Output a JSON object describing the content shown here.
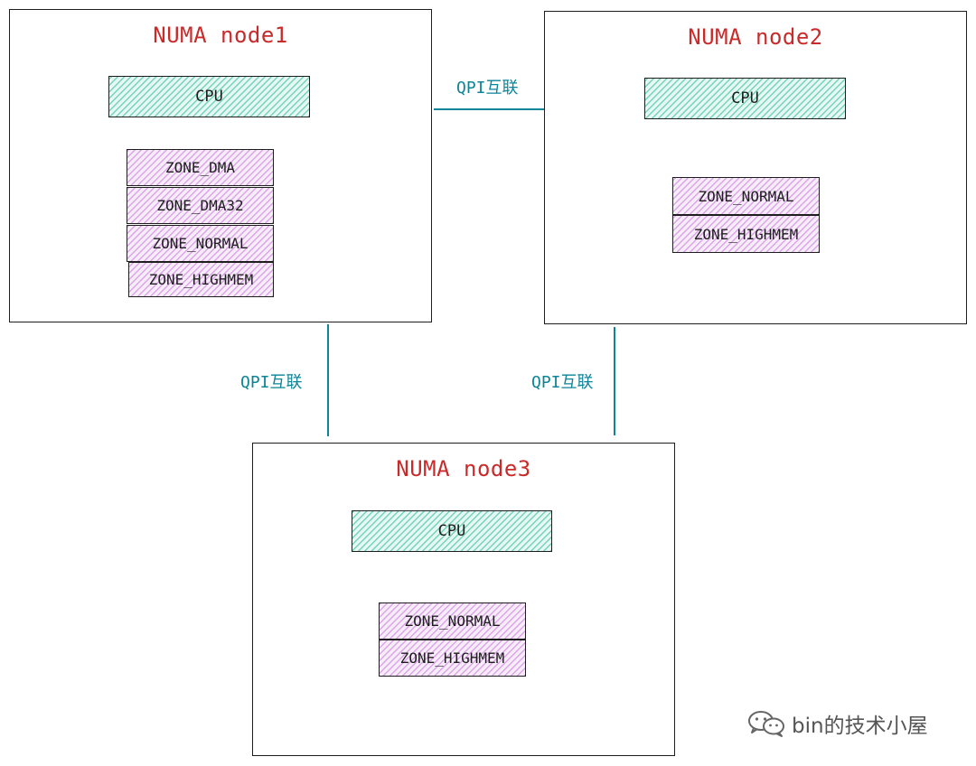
{
  "nodes": {
    "node1": {
      "title": "NUMA node1",
      "cpu": "CPU",
      "zones": [
        "ZONE_DMA",
        "ZONE_DMA32",
        "ZONE_NORMAL",
        "ZONE_HIGHMEM"
      ]
    },
    "node2": {
      "title": "NUMA node2",
      "cpu": "CPU",
      "zones": [
        "ZONE_NORMAL",
        "ZONE_HIGHMEM"
      ]
    },
    "node3": {
      "title": "NUMA node3",
      "cpu": "CPU",
      "zones": [
        "ZONE_NORMAL",
        "ZONE_HIGHMEM"
      ]
    }
  },
  "links": {
    "node1_node2": "QPI互联",
    "node1_node3": "QPI互联",
    "node2_node3": "QPI互联"
  },
  "watermark": {
    "text": "bin的技术小屋",
    "icon": "wechat-icon"
  },
  "colors": {
    "title": "#c92a2a",
    "link": "#0c8599",
    "cpu_hatch": "#12b886",
    "zone_hatch": "#be4bdb",
    "border": "#1e1e1e"
  }
}
